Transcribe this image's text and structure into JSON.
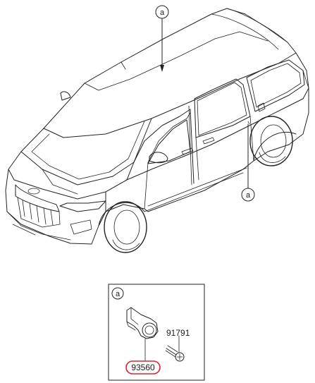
{
  "diagram": {
    "callouts": {
      "roof": "a",
      "rear_door": "a",
      "detail_box": "a"
    },
    "parts": [
      {
        "number": "91791",
        "highlighted": false
      },
      {
        "number": "93560",
        "highlighted": true,
        "highlight_color": "#d9232e"
      }
    ]
  }
}
